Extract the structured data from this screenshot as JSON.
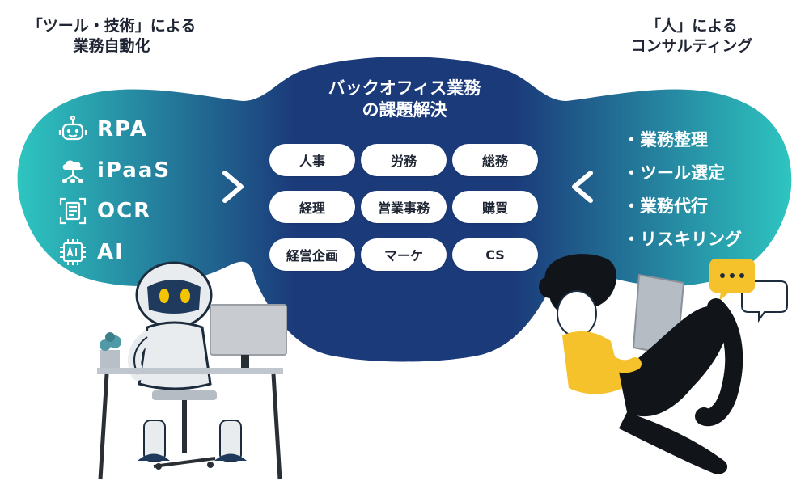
{
  "left_heading": {
    "line1": "「ツール・技術」による",
    "line2": "業務自動化"
  },
  "right_heading": {
    "line1": "「人」による",
    "line2": "コンサルティング"
  },
  "center_heading": {
    "line1": "バックオフィス業務",
    "line2": "の課題解決"
  },
  "tools": [
    {
      "label": "RPA",
      "icon": "robot-head-icon"
    },
    {
      "label": "iPaaS",
      "icon": "cloud-network-icon"
    },
    {
      "label": "OCR",
      "icon": "document-scan-icon"
    },
    {
      "label": "AI",
      "icon": "ai-chip-icon"
    }
  ],
  "tasks": [
    "人事",
    "労務",
    "総務",
    "経理",
    "営業事務",
    "購買",
    "経営企画",
    "マーケ",
    "CS"
  ],
  "consulting": [
    "・業務整理",
    "・ツール選定",
    "・業務代行",
    "・リスキリング"
  ],
  "colors": {
    "navy": "#1b3a7a",
    "teal": "#2ec5c0",
    "text": "#1f2533",
    "accent_yellow": "#f5c22b",
    "robot_eye": "#f5c400"
  }
}
